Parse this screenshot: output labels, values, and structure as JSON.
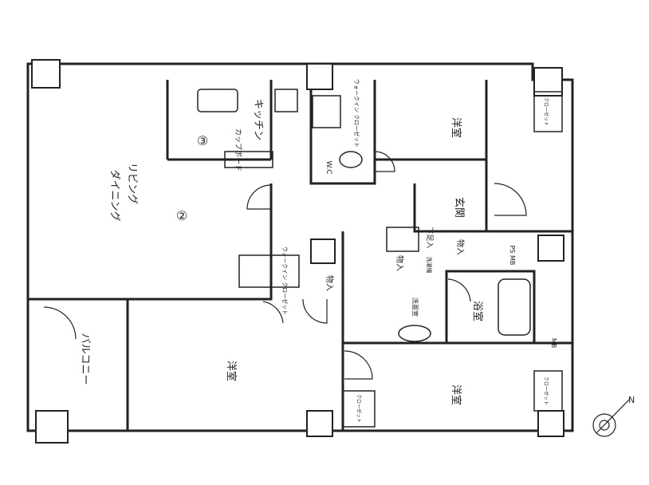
{
  "labels": {
    "living_dining_1": "リビング",
    "living_dining_2": "ダイニング",
    "kitchen": "キッチン",
    "cupboard": "カップボード",
    "wic": "ウォークイン クローゼット",
    "wc": "W.C",
    "bedroom": "洋室",
    "closet": "クローゼット",
    "entrance": "玄関",
    "shoe": "下足入",
    "storage": "物入",
    "washroom": "洗面室",
    "laundry": "洗濯機",
    "bath": "浴室",
    "ps_mb": "PS MB",
    "mb": "MB",
    "balcony": "バルコニー",
    "n2": "②",
    "n3": "③",
    "compass_n": "N"
  },
  "colors": {
    "line": "#222222",
    "bg": "#ffffff"
  }
}
